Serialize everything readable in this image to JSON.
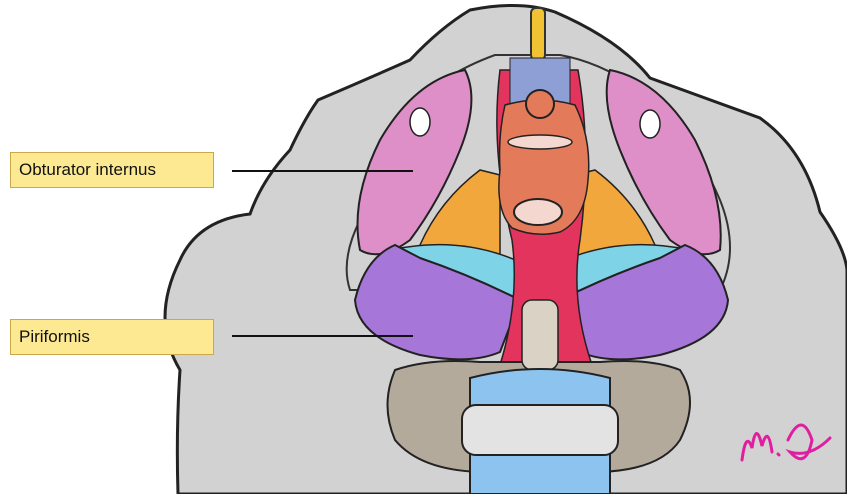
{
  "labels": {
    "obturator_internus": "Obturator internus",
    "piriformis": "Piriformis"
  },
  "signature": "M.G",
  "colors": {
    "bone": "#d2d2d2",
    "obturator": "#de8fc8",
    "piriformis": "#a676d8",
    "coccygeus": "#7fd3e6",
    "iliococcygeus": "#f2a73c",
    "puborectalis": "#e3345e",
    "rectum": "#e37b5a",
    "sacrum": "#b3aa9c",
    "vertebra": "#8cc4ef",
    "label_fill": "#fde992",
    "signature": "#e01fa0"
  }
}
